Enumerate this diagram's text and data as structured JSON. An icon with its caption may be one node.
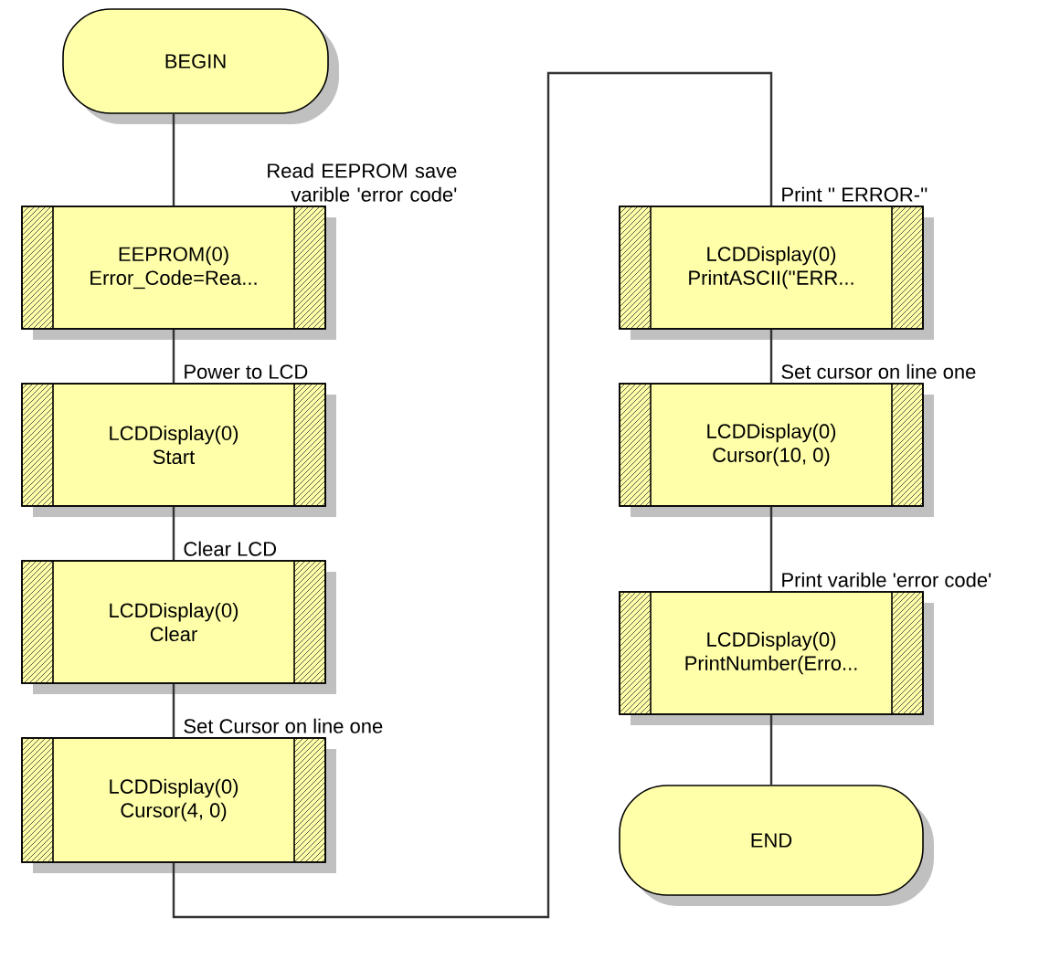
{
  "diagram": {
    "nodes": [
      {
        "text": [
          "BEGIN"
        ]
      },
      {
        "text": [
          "EEPROM(0)",
          "Error_Code=Rea..."
        ]
      },
      {
        "text": [
          "LCDDisplay(0)",
          "Start"
        ]
      },
      {
        "text": [
          "LCDDisplay(0)",
          "Clear"
        ]
      },
      {
        "text": [
          "LCDDisplay(0)",
          "Cursor(4, 0)"
        ]
      },
      {
        "text": [
          "LCDDisplay(0)",
          "PrintASCII(''ERR..."
        ]
      },
      {
        "text": [
          "LCDDisplay(0)",
          "Cursor(10, 0)"
        ]
      },
      {
        "text": [
          "LCDDisplay(0)",
          "PrintNumber(Erro..."
        ]
      },
      {
        "text": [
          "END"
        ]
      }
    ],
    "edges": [
      {
        "from": 0,
        "to": 1,
        "arrow": "none",
        "label": "Read EEPROM save varible 'error code'"
      },
      {
        "from": 1,
        "to": 2,
        "arrow": "none",
        "label": "Power to LCD"
      },
      {
        "from": 2,
        "to": 3,
        "arrow": "none",
        "label": "Clear LCD"
      },
      {
        "from": 3,
        "to": 4,
        "arrow": "none",
        "label": "Set Cursor on line one"
      },
      {
        "from": 4,
        "to": 5,
        "arrow": "none",
        "label": "Print '' ERROR-''"
      },
      {
        "from": 5,
        "to": 6,
        "arrow": "none",
        "label": "Set cursor on line one"
      },
      {
        "from": 6,
        "to": 7,
        "arrow": "none",
        "label": "Print varible 'error code'"
      },
      {
        "from": 7,
        "to": 8,
        "arrow": "none"
      }
    ]
  }
}
